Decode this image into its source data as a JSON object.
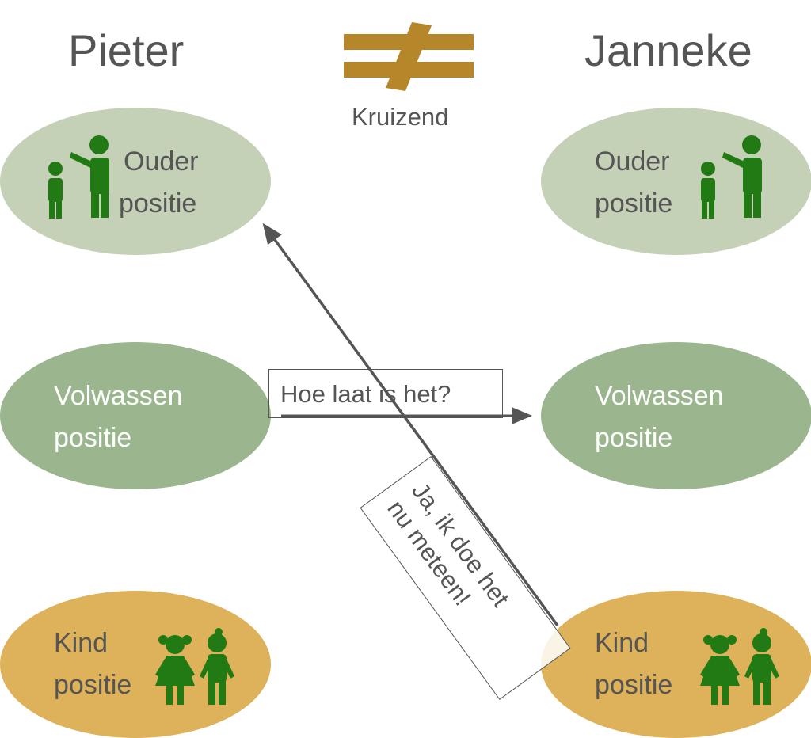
{
  "left_person": "Pieter",
  "right_person": "Janneke",
  "transaction_symbol": {
    "label": "Kruizend",
    "color": "#b5862a"
  },
  "states": {
    "ouder": {
      "line1": "Ouder",
      "line2": "positie"
    },
    "volwassen": {
      "line1": "Volwassen",
      "line2": "positie"
    },
    "kind": {
      "line1": "Kind",
      "line2": "positie"
    }
  },
  "messages": {
    "stimulus": "Hoe laat is het?",
    "response_line1": "Ja, ik doe het",
    "response_line2": "nu meteen!"
  },
  "colors": {
    "ouder_fill": "#c4d1b6",
    "volwassen_fill": "#9bb68f",
    "kind_fill": "#deb25a",
    "icon_green": "#217a14",
    "text_gray": "#555555",
    "arrow_gray": "#555555"
  },
  "icons": {
    "ouder": "parent-child-icon",
    "kind": "children-icon"
  }
}
